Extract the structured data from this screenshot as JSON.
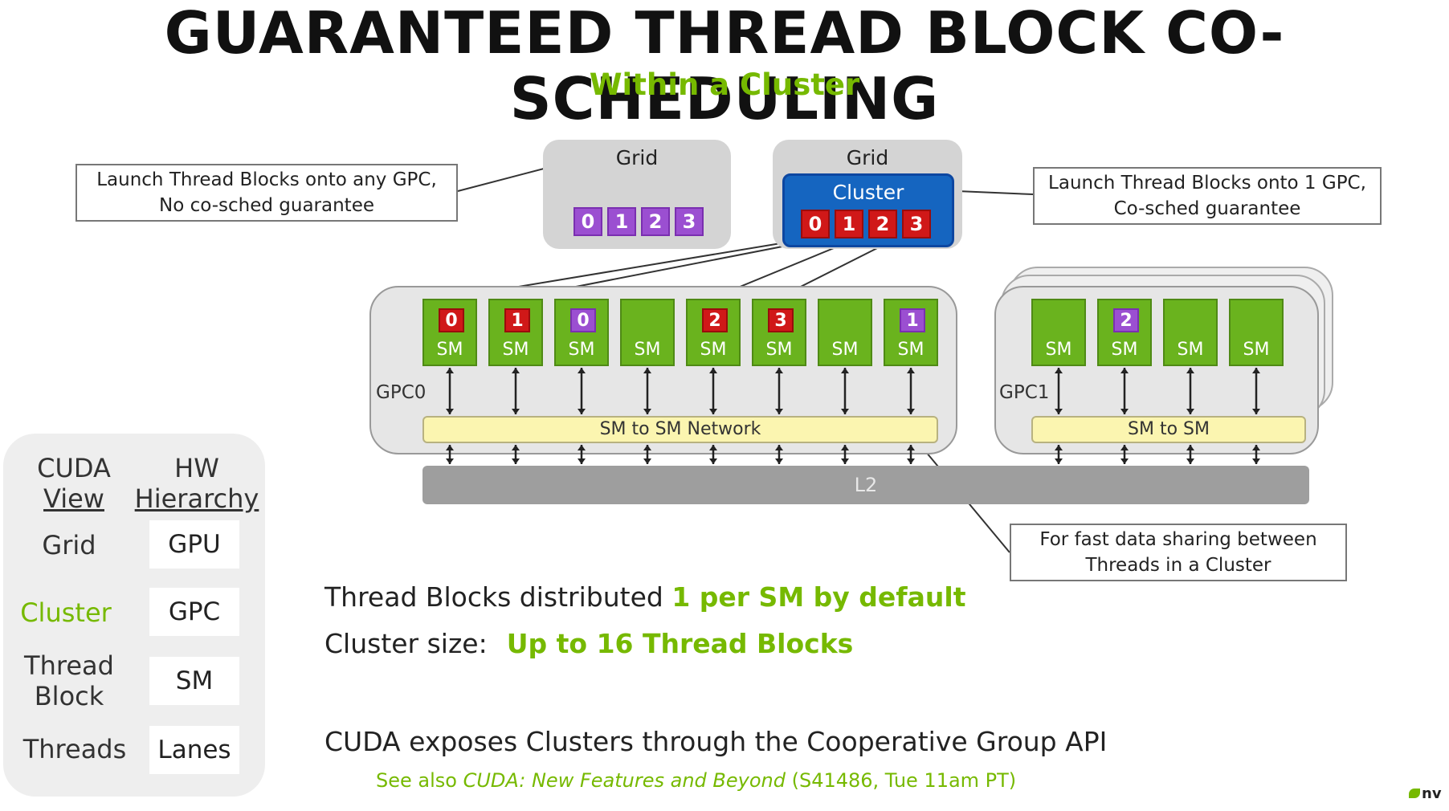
{
  "title": "GUARANTEED THREAD BLOCK CO-SCHEDULING",
  "subtitle": "Within a Cluster",
  "grid_left": {
    "label": "Grid",
    "blocks": [
      "0",
      "1",
      "2",
      "3"
    ]
  },
  "grid_right": {
    "label": "Grid",
    "cluster_label": "Cluster",
    "blocks": [
      "0",
      "1",
      "2",
      "3"
    ]
  },
  "callouts": {
    "left": [
      "Launch Thread Blocks onto any GPC,",
      "No co-sched guarantee"
    ],
    "right": [
      "Launch Thread Blocks onto 1 GPC,",
      "Co-sched guarantee"
    ],
    "bottom": [
      "For fast data sharing between",
      "Threads in a Cluster"
    ]
  },
  "gpc0": {
    "label": "GPC0",
    "network_label": "SM to SM Network",
    "sms": [
      {
        "label": "SM",
        "block": "0",
        "color": "red"
      },
      {
        "label": "SM",
        "block": "1",
        "color": "red"
      },
      {
        "label": "SM",
        "block": "0",
        "color": "purple"
      },
      {
        "label": "SM",
        "block": "",
        "color": ""
      },
      {
        "label": "SM",
        "block": "2",
        "color": "red"
      },
      {
        "label": "SM",
        "block": "3",
        "color": "red"
      },
      {
        "label": "SM",
        "block": "",
        "color": ""
      },
      {
        "label": "SM",
        "block": "1",
        "color": "purple"
      }
    ]
  },
  "gpc1": {
    "label": "GPC1",
    "network_label": "SM to SM",
    "sms": [
      {
        "label": "SM",
        "block": "",
        "color": ""
      },
      {
        "label": "SM",
        "block": "2",
        "color": "purple"
      },
      {
        "label": "SM",
        "block": "",
        "color": ""
      },
      {
        "label": "SM",
        "block": "",
        "color": ""
      }
    ]
  },
  "l2_label": "L2",
  "legend": {
    "header_left": [
      "CUDA",
      "View"
    ],
    "header_right": [
      "HW",
      "Hierarchy"
    ],
    "rows": [
      {
        "cuda": "Grid",
        "hw": "GPU",
        "highlight": false
      },
      {
        "cuda": "Cluster",
        "hw": "GPC",
        "highlight": true
      },
      {
        "cuda": "Thread Block",
        "hw": "SM",
        "highlight": false
      },
      {
        "cuda": "Threads",
        "hw": "Lanes",
        "highlight": false
      }
    ]
  },
  "text": {
    "line1_prefix": "Thread Blocks distributed ",
    "line1_highlight": "1 per SM by default",
    "line2_prefix": "Cluster size:",
    "line2_highlight": "Up to 16 Thread Blocks",
    "line3": "CUDA exposes Clusters through the Cooperative Group API",
    "ref_prefix": "See also ",
    "ref_italic": "CUDA: New Features and Beyond",
    "ref_suffix": " (S41486, Tue 11am PT)"
  },
  "colors": {
    "accent": "#76b900",
    "cluster_blue": "#1565c0",
    "block_red": "#d01818",
    "block_purple": "#9b4fd1",
    "sm_green": "#6ab31e"
  },
  "logo_text": "nv"
}
